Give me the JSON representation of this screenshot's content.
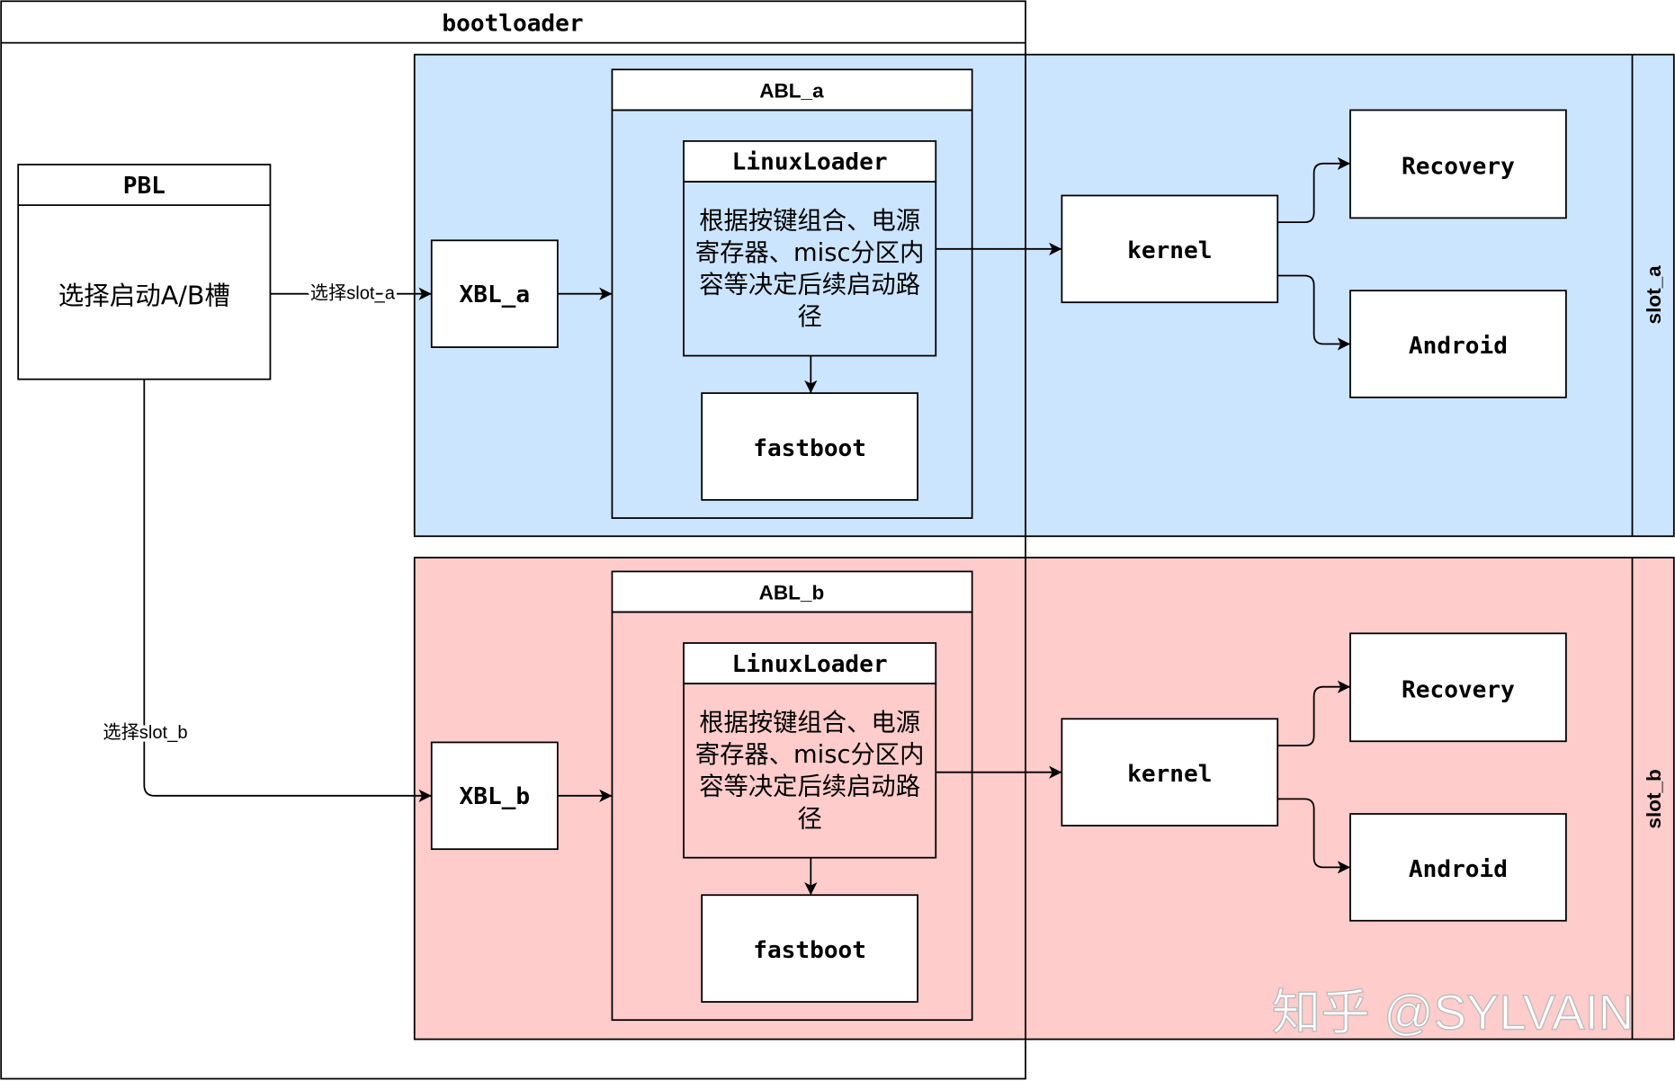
{
  "diagram": {
    "bootloader": {
      "title": "bootloader"
    },
    "pbl": {
      "title": "PBL",
      "body": "选择启动A/B槽"
    },
    "edges": {
      "pbl_to_slot_a": "选择slot_a",
      "pbl_to_slot_b": "选择slot_b"
    },
    "slot_a": {
      "label": "slot_a",
      "xbl": "XBL_a",
      "abl": "ABL_a",
      "linuxloader": {
        "title": "LinuxLoader",
        "body": "根据按键组合、电源寄存器、misc分区内容等决定后续启动路径"
      },
      "fastboot": "fastboot",
      "kernel": "kernel",
      "recovery": "Recovery",
      "android": "Android"
    },
    "slot_b": {
      "label": "slot_b",
      "xbl": "XBL_b",
      "abl": "ABL_b",
      "linuxloader": {
        "title": "LinuxLoader",
        "body": "根据按键组合、电源寄存器、misc分区内容等决定后续启动路径"
      },
      "fastboot": "fastboot",
      "kernel": "kernel",
      "recovery": "Recovery",
      "android": "Android"
    }
  },
  "colors": {
    "slot_a_fill": "#cce5ff",
    "slot_b_fill": "#ffcccc",
    "line": "#000000"
  },
  "watermark": "知乎 @SYLVAIN"
}
